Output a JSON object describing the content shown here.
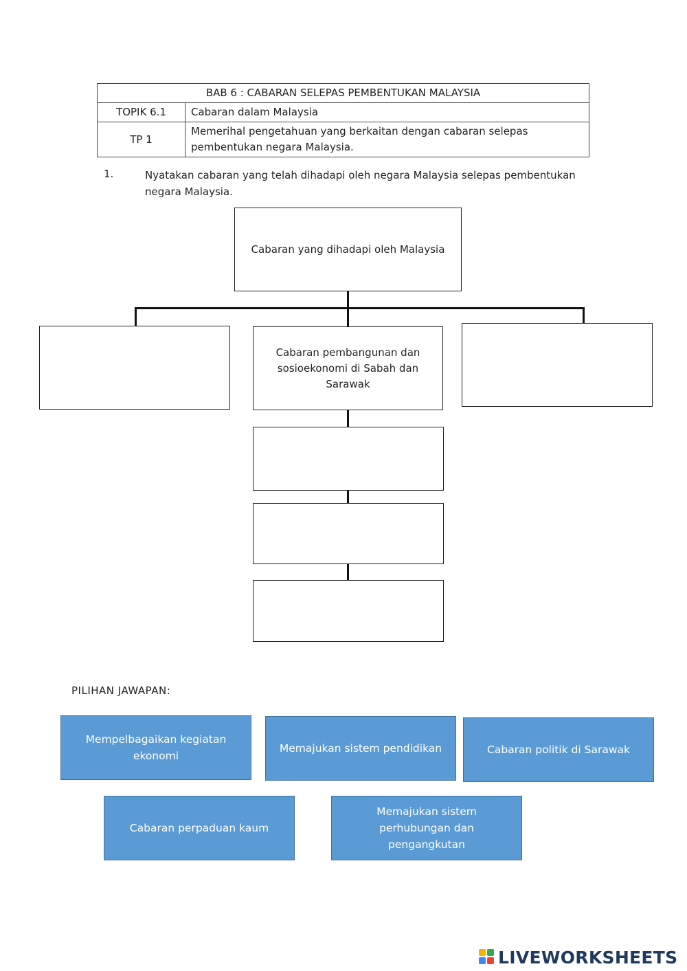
{
  "header_table": {
    "title": "BAB 6 : CABARAN SELEPAS PEMBENTUKAN MALAYSIA",
    "rows": [
      {
        "label": "TOPIK 6.1",
        "value": "Cabaran dalam Malaysia"
      },
      {
        "label": "TP 1",
        "value": "Memerihal pengetahuan yang berkaitan dengan cabaran selepas pembentukan negara Malaysia."
      }
    ]
  },
  "question": {
    "number": "1.",
    "text": "Nyatakan cabaran yang telah dihadapi oleh negara Malaysia selepas pembentukan negara  Malaysia."
  },
  "diagram": {
    "root": "Cabaran yang dihadapi oleh Malaysia",
    "center_branch": "Cabaran pembangunan dan sosioekonomi di Sabah dan Sarawak",
    "left_branch_answer": "",
    "right_branch_answer": "",
    "sub_answers": [
      "",
      "",
      ""
    ]
  },
  "answer_bank": {
    "heading": "PILIHAN JAWAPAN:",
    "options": [
      "Mempelbagaikan kegiatan ekonomi",
      "Memajukan sistem pendidikan",
      "Cabaran politik di Sarawak",
      "Cabaran perpaduan kaum",
      "Memajukan sistem perhubungan dan pengangkutan"
    ]
  },
  "brand": {
    "name": "LIVEWORKSHEETS",
    "icon": "liveworksheets-logo-icon",
    "colors": {
      "chip": "#5b9bd5",
      "text": "#1f3a5c"
    }
  }
}
